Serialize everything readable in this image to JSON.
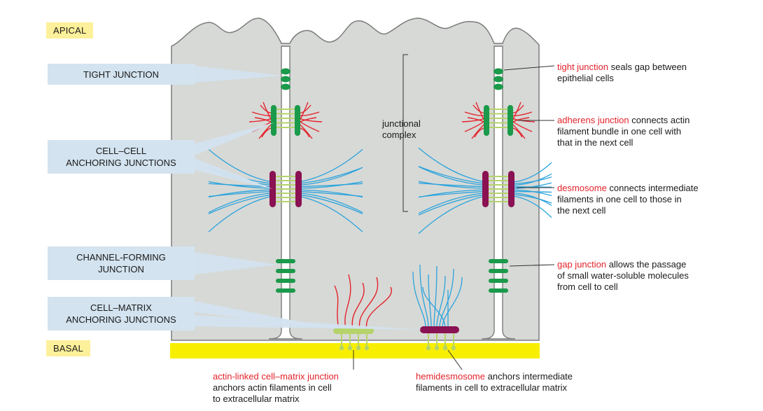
{
  "colors": {
    "cell_fill": "#d7d9d6",
    "cell_outline": "#7c7c7c",
    "matrix": "#f8ef00",
    "tight": "#1a9a4a",
    "adherens_plaque": "#1a9a4a",
    "actin": "#e3232c",
    "desmosome_plaque": "#8a1152",
    "intermediate_filament": "#2ba3dd",
    "linker": "#b5d36a",
    "label_box": "#d3e3ef",
    "region_tag": "#fdf09a",
    "highlight_text": "#e3232c"
  },
  "tags": {
    "apical": "APICAL",
    "basal": "BASAL"
  },
  "left_labels": {
    "tight": [
      "TIGHT JUNCTION"
    ],
    "cell_cell": [
      "CELL–CELL",
      "ANCHORING JUNCTIONS"
    ],
    "channel": [
      "CHANNEL-FORMING",
      "JUNCTION"
    ],
    "cell_matrix": [
      "CELL–MATRIX",
      "ANCHORING JUNCTIONS"
    ]
  },
  "junctional_complex": [
    "junctional",
    "complex"
  ],
  "descriptions": {
    "tight": {
      "term": "tight junction",
      "lines": [
        " seals gap between",
        "epithelial cells"
      ]
    },
    "adherens": {
      "term": "adherens junction",
      "lines": [
        " connects actin",
        "filament bundle in one cell with",
        "that in the next cell"
      ]
    },
    "desmosome": {
      "term": "desmosome",
      "lines": [
        " connects intermediate",
        "filaments in one cell to those in",
        "the next cell"
      ]
    },
    "gap": {
      "term": "gap junction",
      "lines": [
        " allows the passage",
        "of small water-soluble molecules",
        "from cell to cell"
      ]
    },
    "actin_matrix": {
      "term": "actin-linked cell–matrix junction",
      "lines": [
        "",
        "anchors actin filaments in cell",
        "to extracellular matrix"
      ]
    },
    "hemidesmosome": {
      "term": "hemidesmosome",
      "lines": [
        " anchors intermediate",
        "filaments in cell to extracellular matrix"
      ]
    }
  }
}
